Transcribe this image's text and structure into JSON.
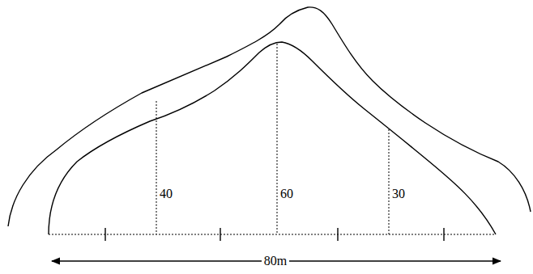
{
  "diagram": {
    "labels": [
      "40",
      "60",
      "30",
      "80m"
    ]
  }
}
